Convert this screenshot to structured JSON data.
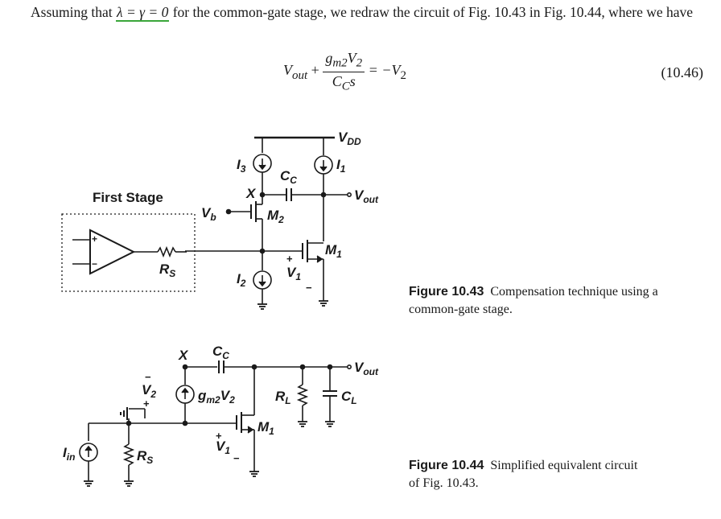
{
  "paragraph": {
    "before": "Assuming that ",
    "highlight": "λ = γ = 0",
    "after": " for the common-gate stage, we redraw the circuit of Fig. 10.43 in Fig. 10.44, where we have"
  },
  "equation": {
    "lhs": "V",
    "lhs_sub": "out",
    "plus": " + ",
    "num": "g",
    "num_sub": "m2",
    "num_var": "V",
    "num_var_sub": "2",
    "den": "C",
    "den_sub": "C",
    "den_s": "s",
    "rhs": " = −V",
    "rhs_sub": "2",
    "number": "(10.46)"
  },
  "fig43": {
    "vdd": "V",
    "vdd_sub": "DD",
    "first_stage": "First Stage",
    "i3": "I",
    "i3_sub": "3",
    "i1": "I",
    "i1_sub": "1",
    "i2": "I",
    "i2_sub": "2",
    "cc": "C",
    "cc_sub": "C",
    "x": "X",
    "vb": "V",
    "vb_sub": "b",
    "m2": "M",
    "m2_sub": "2",
    "m1": "M",
    "m1_sub": "1",
    "v1": "V",
    "v1_sub": "1",
    "vout": "V",
    "vout_sub": "out",
    "rs": "R",
    "rs_sub": "S",
    "plus": "+",
    "minus": "−",
    "caption_num": "Figure 10.43",
    "caption_text": "Compensation technique using a common-gate stage."
  },
  "fig44": {
    "x": "X",
    "cc": "C",
    "cc_sub": "C",
    "vout": "V",
    "vout_sub": "out",
    "v2": "V",
    "v2_sub": "2",
    "gm": "g",
    "gm_sub": "m2",
    "gm_var": "V",
    "gm_var_sub": "2",
    "rl": "R",
    "rl_sub": "L",
    "cl": "C",
    "cl_sub": "L",
    "m1": "M",
    "m1_sub": "1",
    "v1": "V",
    "v1_sub": "1",
    "iin": "I",
    "iin_sub": "in",
    "rs": "R",
    "rs_sub": "S",
    "plus": "+",
    "minus": "−",
    "caption_num": "Figure 10.44",
    "caption_text": "Simplified equivalent circuit of Fig. 10.43."
  }
}
